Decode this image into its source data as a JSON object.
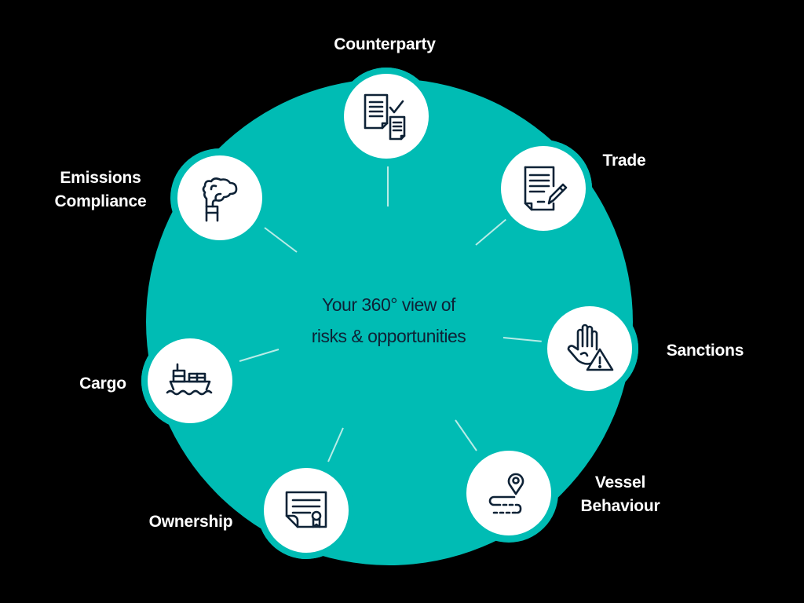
{
  "diagram": {
    "type": "hub-and-spoke",
    "center_text": {
      "line1": "Your 360° view of",
      "line2": "risks & opportunities"
    },
    "colors": {
      "background": "#000000",
      "hub_fill": "#00bcb4",
      "node_fill": "#ffffff",
      "spoke": "#b8ece7",
      "icon_stroke": "#0e2236",
      "label_text": "#ffffff",
      "center_text": "#0e2236"
    },
    "nodes": [
      {
        "id": "counterparty",
        "label": "Counterparty",
        "icon": "documents-check-icon"
      },
      {
        "id": "trade",
        "label": "Trade",
        "icon": "document-pen-icon"
      },
      {
        "id": "sanctions",
        "label": "Sanctions",
        "icon": "hand-warning-icon"
      },
      {
        "id": "vessel-behaviour",
        "label_line1": "Vessel",
        "label_line2": "Behaviour",
        "icon": "route-pin-icon"
      },
      {
        "id": "ownership",
        "label": "Ownership",
        "icon": "certificate-icon"
      },
      {
        "id": "cargo",
        "label": "Cargo",
        "icon": "cargo-ship-icon"
      },
      {
        "id": "emissions-compliance",
        "label_line1": "Emissions",
        "label_line2": "Compliance",
        "icon": "smokestack-icon"
      }
    ]
  }
}
